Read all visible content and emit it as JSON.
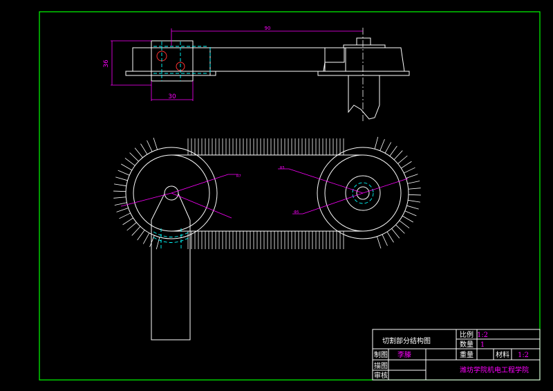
{
  "colors": {
    "background": "#000000",
    "frame": "#00ff00",
    "outline": "#ffffff",
    "dimension": "#ff00ff",
    "centerline": "#00ffff",
    "table_text": "#ffffff",
    "table_value": "#ff00ff"
  },
  "dimensions": {
    "span_top": "90",
    "height_left": "36",
    "width_bottom": "30",
    "radius_left": "R7",
    "radius_right_a": "R5",
    "radius_right_b": "Ф5"
  },
  "title_block": {
    "drawing_title": "切割部分结构图",
    "scale_label": "比例",
    "scale_value": "1:2",
    "quantity_label": "数量",
    "quantity_value": "1",
    "weight_label": "重量",
    "material_label": "材料",
    "material_value": "1:2",
    "drawn_label": "制图",
    "drawn_value": "李滕",
    "traced_label": "描图",
    "checked_label": "审核",
    "institution": "潍坊学院机电工程学院"
  }
}
